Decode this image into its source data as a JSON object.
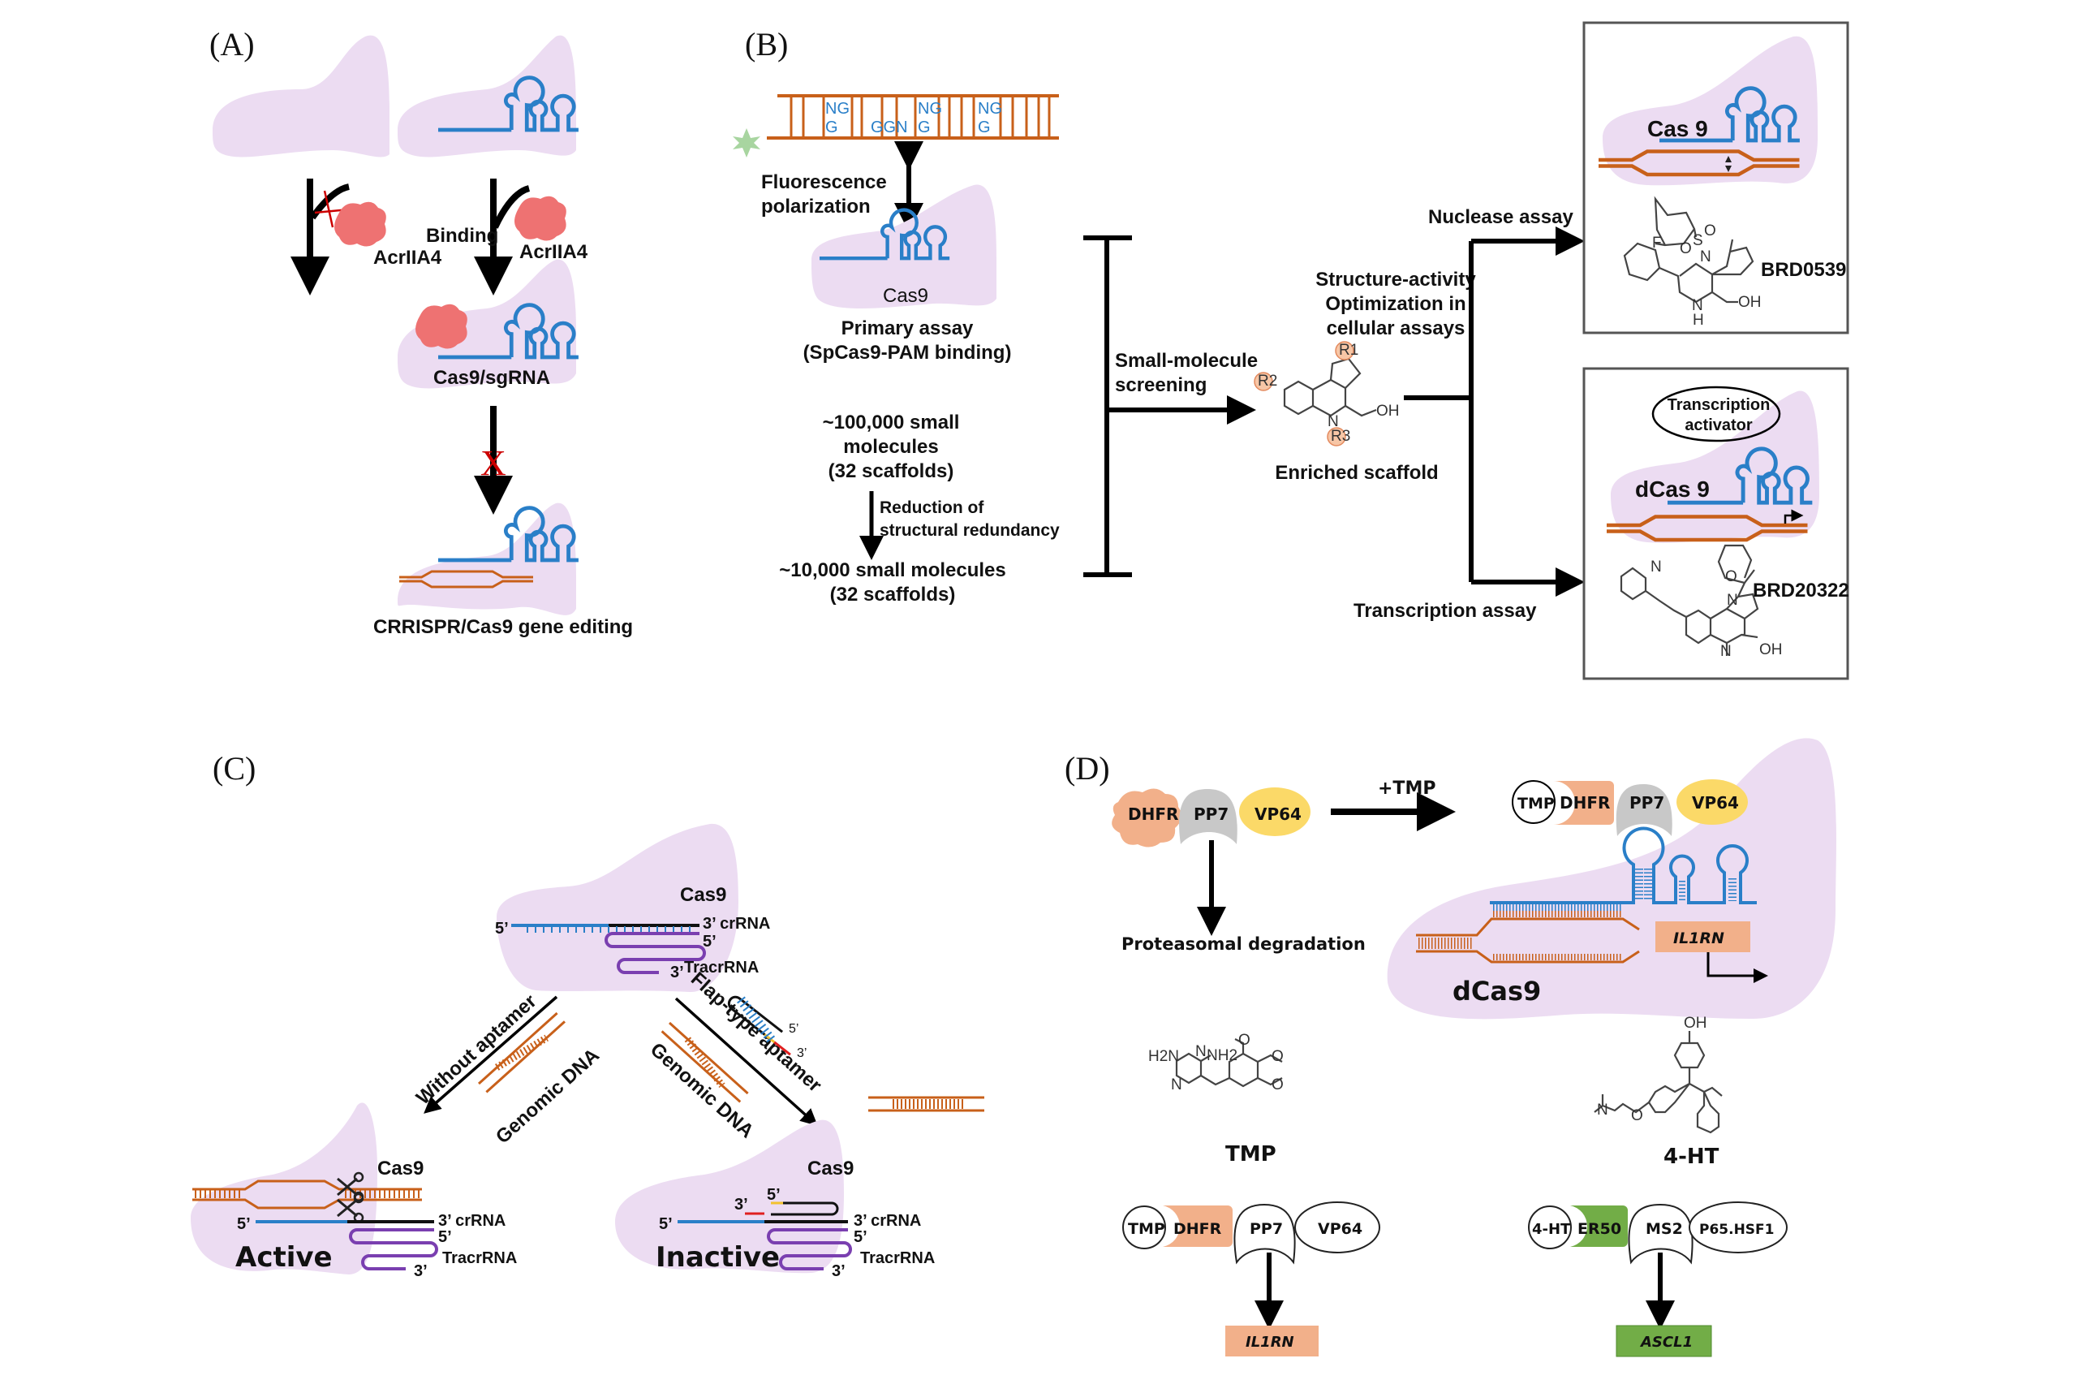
{
  "figure": {
    "panels": [
      {
        "id": "A",
        "label": "(A)"
      },
      {
        "id": "B",
        "label": "(B)"
      },
      {
        "id": "C",
        "label": "(C)"
      },
      {
        "id": "D",
        "label": "(D)"
      }
    ],
    "colors": {
      "protein": "#ecdcf2",
      "dna": "#c8601a",
      "rna": "#2a7fc8",
      "tracrrna": "#7a3fb0",
      "acr": "#ee7272",
      "dhfr": "#f2b08a",
      "pp7": "#c8c8c8",
      "vp64": "#fbd968",
      "er50": "#72ad47",
      "inhibit_x": "#cc0000",
      "aptamer_yellow": "#f2c12e",
      "aptamer_red": "#e02020"
    }
  },
  "panelA": {
    "acr_left": "AcrIIA4",
    "binding": "Binding",
    "acr_right": "AcrIIA4",
    "complex": "Cas9/sgRNA",
    "x_mark": "X",
    "outcome": "CRRISPR/Cas9 gene editing"
  },
  "panelB": {
    "pam_top": [
      "NG",
      "NG",
      "NG"
    ],
    "pam_bottom": [
      "G",
      "GGN",
      "G",
      "G"
    ],
    "fp_line1": "Fluorescence",
    "fp_line2": "polarization",
    "cas9": "Cas9",
    "primary_line1": "Primary assay",
    "primary_line2": "(SpCas9-PAM binding)",
    "lib1_line1": "~100,000 small",
    "lib1_line2": "molecules",
    "lib1_line3": "(32 scaffolds)",
    "reduction_line1": "Reduction of",
    "reduction_line2": "structural redundancy",
    "lib2_line1": "~10,000 small molecules",
    "lib2_line2": "(32 scaffolds)",
    "screen_line1": "Small-molecule",
    "screen_line2": "screening",
    "sar_line1": "Structure-activity",
    "sar_line2": "Optimization in",
    "sar_line3": "cellular assays",
    "scaffold_label": "Enriched scaffold",
    "r1": "R1",
    "r2": "R2",
    "r3": "R3",
    "n_atom": "N",
    "oh": "OH",
    "nuclease": "Nuclease assay",
    "transcription": "Transcription assay",
    "box1_protein": "Cas 9",
    "box1_compound": "BRD0539",
    "box1_atoms": {
      "f": "F",
      "s": "S",
      "o": "O",
      "n": "N",
      "nh": "N",
      "h": "H",
      "oh": "OH"
    },
    "box2_activator_line1": "Transcription",
    "box2_activator_line2": "activator",
    "box2_protein": "dCas 9",
    "box2_compound": "BRD20322",
    "box2_atoms": {
      "pyr_n": "N",
      "o": "O",
      "n": "N",
      "n2": "N",
      "oh": "OH"
    }
  },
  "panelC": {
    "top_cas9": "Cas9",
    "five_prime": "5’",
    "three_crrna": "3’ crRNA",
    "five_prime_b": "5’",
    "three_tracr": "3’",
    "tracrrna": "TracrRNA",
    "without_aptamer": "Without aptamer",
    "genomic_dna_left": "Genomic DNA",
    "flap_aptamer": "Flap-type aptamer",
    "genomic_dna_right": "Genomic DNA",
    "apt_5": "5’",
    "apt_3": "3’",
    "left_cas9": "Cas9",
    "active": "Active",
    "right_cas9": "Cas9",
    "inactive": "Inactive",
    "inact_3": "3’",
    "inact_5": "5’"
  },
  "panelD": {
    "dhfr": "DHFR",
    "pp7": "PP7",
    "vp64": "VP64",
    "tmp_plus": "+TMP",
    "degradation": "Proteasomal degradation",
    "tmp_circle": "TMP",
    "dcas9": "dCas9",
    "gene_top": "IL1RN",
    "tmp_chem": {
      "h2n": "H2N",
      "n1": "N",
      "nh2": "NH2",
      "n2": "N",
      "o1": "O",
      "o2": "O",
      "o3": "O"
    },
    "tmp_label": "TMP",
    "hydroxy_chem": {
      "oh": "OH",
      "n": "N",
      "o": "O"
    },
    "ht_label": "4-HT",
    "sys1": [
      "TMP",
      "DHFR",
      "PP7",
      "VP64"
    ],
    "sys1_gene": "IL1RN",
    "sys2": [
      "4-HT",
      "ER50",
      "MS2",
      "P65.HSF1"
    ],
    "sys2_gene": "ASCL1"
  }
}
